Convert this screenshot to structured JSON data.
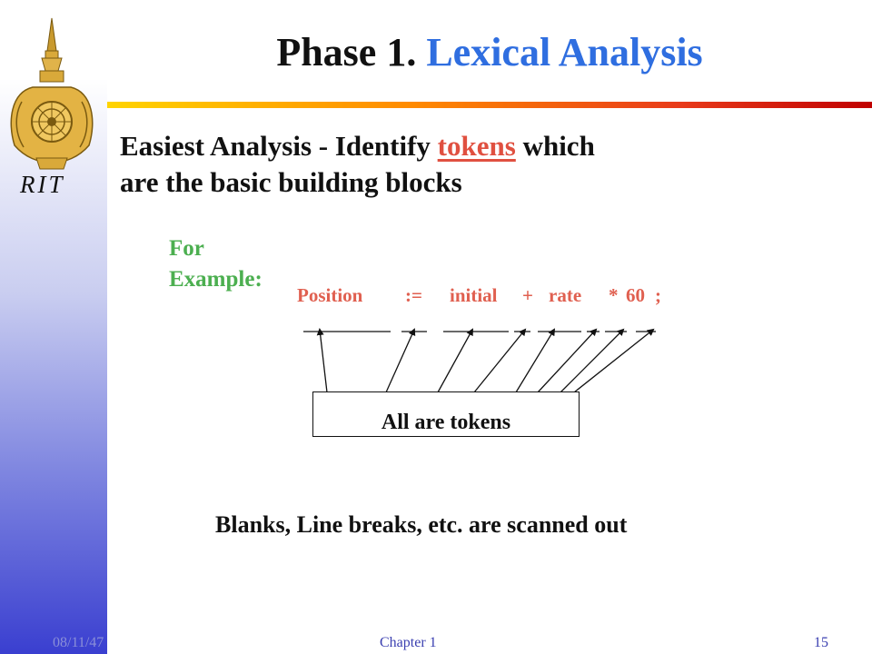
{
  "logo": {
    "text": "RIT"
  },
  "title": {
    "part1": "Phase 1.",
    "part2": "Lexical Analysis"
  },
  "body": {
    "line1_prefix": "Easiest Analysis - Identify",
    "line1_highlight": "tokens",
    "line1_suffix": "which",
    "line2": "are the basic building blocks"
  },
  "example": {
    "line1": "For",
    "line2": "Example:"
  },
  "statement_tokens": [
    "Position",
    ":=",
    "initial",
    "+",
    "rate",
    "*",
    "60",
    ";"
  ],
  "box_label": "All are tokens",
  "note": "Blanks, Line breaks, etc. are scanned out",
  "footer": {
    "date": "08/11/47",
    "chapter": "Chapter 1",
    "page": "15"
  },
  "colors": {
    "title_accent": "#2f6ee0",
    "highlight": "#e05040",
    "example": "#4caf50",
    "statement": "#e06050",
    "footer": "#3a3fb0"
  }
}
